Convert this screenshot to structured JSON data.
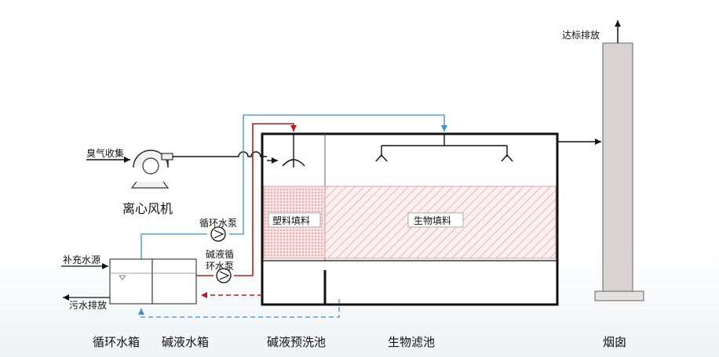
{
  "labels": {
    "odor_collection": "臭气收集",
    "centrifugal_fan": "离心风机",
    "circulation_pump": "循环水泵",
    "alkali_pump_line1": "碱液循",
    "alkali_pump_line2": "环水泵",
    "makeup_water": "补充水源",
    "sewage_discharge": "污水排放",
    "plastic_packing": "塑料填料",
    "bio_packing": "生物填料",
    "discharge": "达标排放"
  },
  "captions": {
    "circulation_tank": "循环水箱",
    "alkali_tank": "碱液水箱",
    "alkali_prewash": "碱液预洗池",
    "biofilter": "生物滤池",
    "chimney": "烟囱"
  },
  "colors": {
    "water_line": "#3f8fcf",
    "alkali_line": "#b81c1c",
    "dashed_blue": "#3f8fcf",
    "dashed_red": "#b81c1c",
    "chimney_fill": "#d8d3d0",
    "packing_hatch": "#d9a0a0",
    "outline": "#111111"
  }
}
